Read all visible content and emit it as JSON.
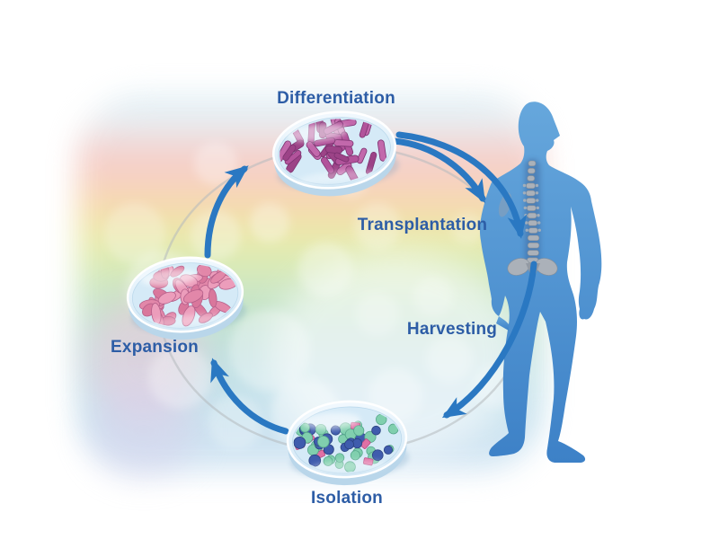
{
  "figure_type": "cycle-diagram",
  "labels": {
    "differentiation": "Differentiation",
    "transplantation": "Transplantation",
    "harvesting": "Harvesting",
    "isolation": "Isolation",
    "expansion": "Expansion"
  },
  "arrows": [
    {
      "from": "expansion",
      "to": "differentiation"
    },
    {
      "from": "differentiation",
      "to": "body-shoulder",
      "label": "transplantation"
    },
    {
      "from": "differentiation",
      "to": "body-spine",
      "label": "transplantation"
    },
    {
      "from": "body-pelvis",
      "to": "isolation",
      "label": "harvesting"
    },
    {
      "from": "isolation",
      "to": "expansion"
    }
  ],
  "colors": {
    "label_text": "#2d5da6",
    "arrow": "#2a78c2",
    "ring": "#b5b9bd",
    "body_light": "#66a7dc",
    "body_dark": "#3d81c7",
    "spine_bone": "#abb1b9",
    "spine_edge": "#858d97",
    "spine_shadow": "#3a5f93",
    "dish_top": "#f2f9fe",
    "dish_top2": "#cfe6f5",
    "dish_media": "#d5eaf7",
    "dish_wall": "#b9d6ea",
    "dish_rim": "#ffffff",
    "rod_cells": [
      "#b2539b",
      "#c268ab",
      "#9c4387"
    ],
    "rod_stroke": "#7c3270",
    "blob_cells": [
      "#e287a9",
      "#d9779c",
      "#ec9dbb"
    ],
    "blob_stroke": "#b5608a",
    "iso_teal": "#80cfae",
    "iso_teal_stroke": "#56a78b",
    "iso_blue": "#3f5cad",
    "iso_blue_stroke": "#2b4280",
    "iso_pink": "#e070a5",
    "iso_pink_stroke": "#b54c82"
  },
  "dishes": [
    {
      "id": "differentiation",
      "content": "magenta rod-shaped cells",
      "kind": "rods",
      "count": 34
    },
    {
      "id": "expansion",
      "content": "pink oval cells",
      "kind": "blobs",
      "count": 46
    },
    {
      "id": "isolation",
      "content": "mixed teal, navy and pink cells",
      "kind": "mix",
      "count": 52
    }
  ]
}
